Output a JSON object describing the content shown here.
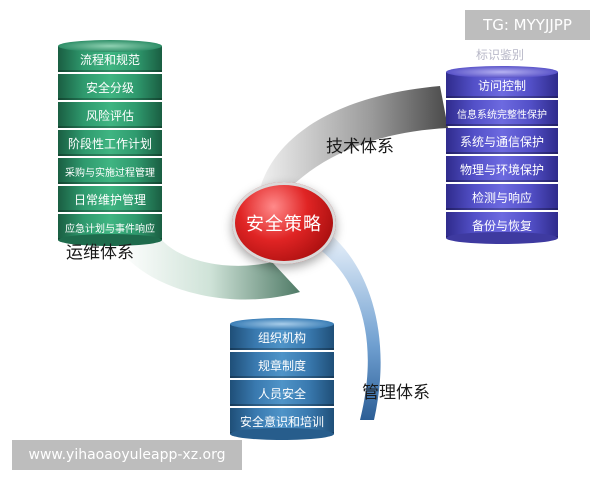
{
  "watermark_top": "TG: MYYJJPP",
  "watermark_bottom": "www.yihaoaoyuleapp-xz.org",
  "faint_label": "标识鉴别",
  "center": "安全策略",
  "left_stack": {
    "title": "运维体系",
    "items": [
      "流程和规范",
      "安全分级",
      "风险评估",
      "阶段性工作计划",
      "采购与实施过程管理",
      "日常维护管理",
      "应急计划与事件响应"
    ]
  },
  "right_stack": {
    "title": "技术体系",
    "items": [
      "访问控制",
      "信息系统完整性保护",
      "系统与通信保护",
      "物理与环境保护",
      "检测与响应",
      "备份与恢复"
    ]
  },
  "bottom_stack": {
    "title": "管理体系",
    "items": [
      "组织机构",
      "规章制度",
      "人员安全",
      "安全意识和培训"
    ]
  },
  "colors": {
    "green": "#2f9a6e",
    "purple": "#5350c8",
    "blue": "#3a7ab0",
    "center_red": "#e02424"
  }
}
